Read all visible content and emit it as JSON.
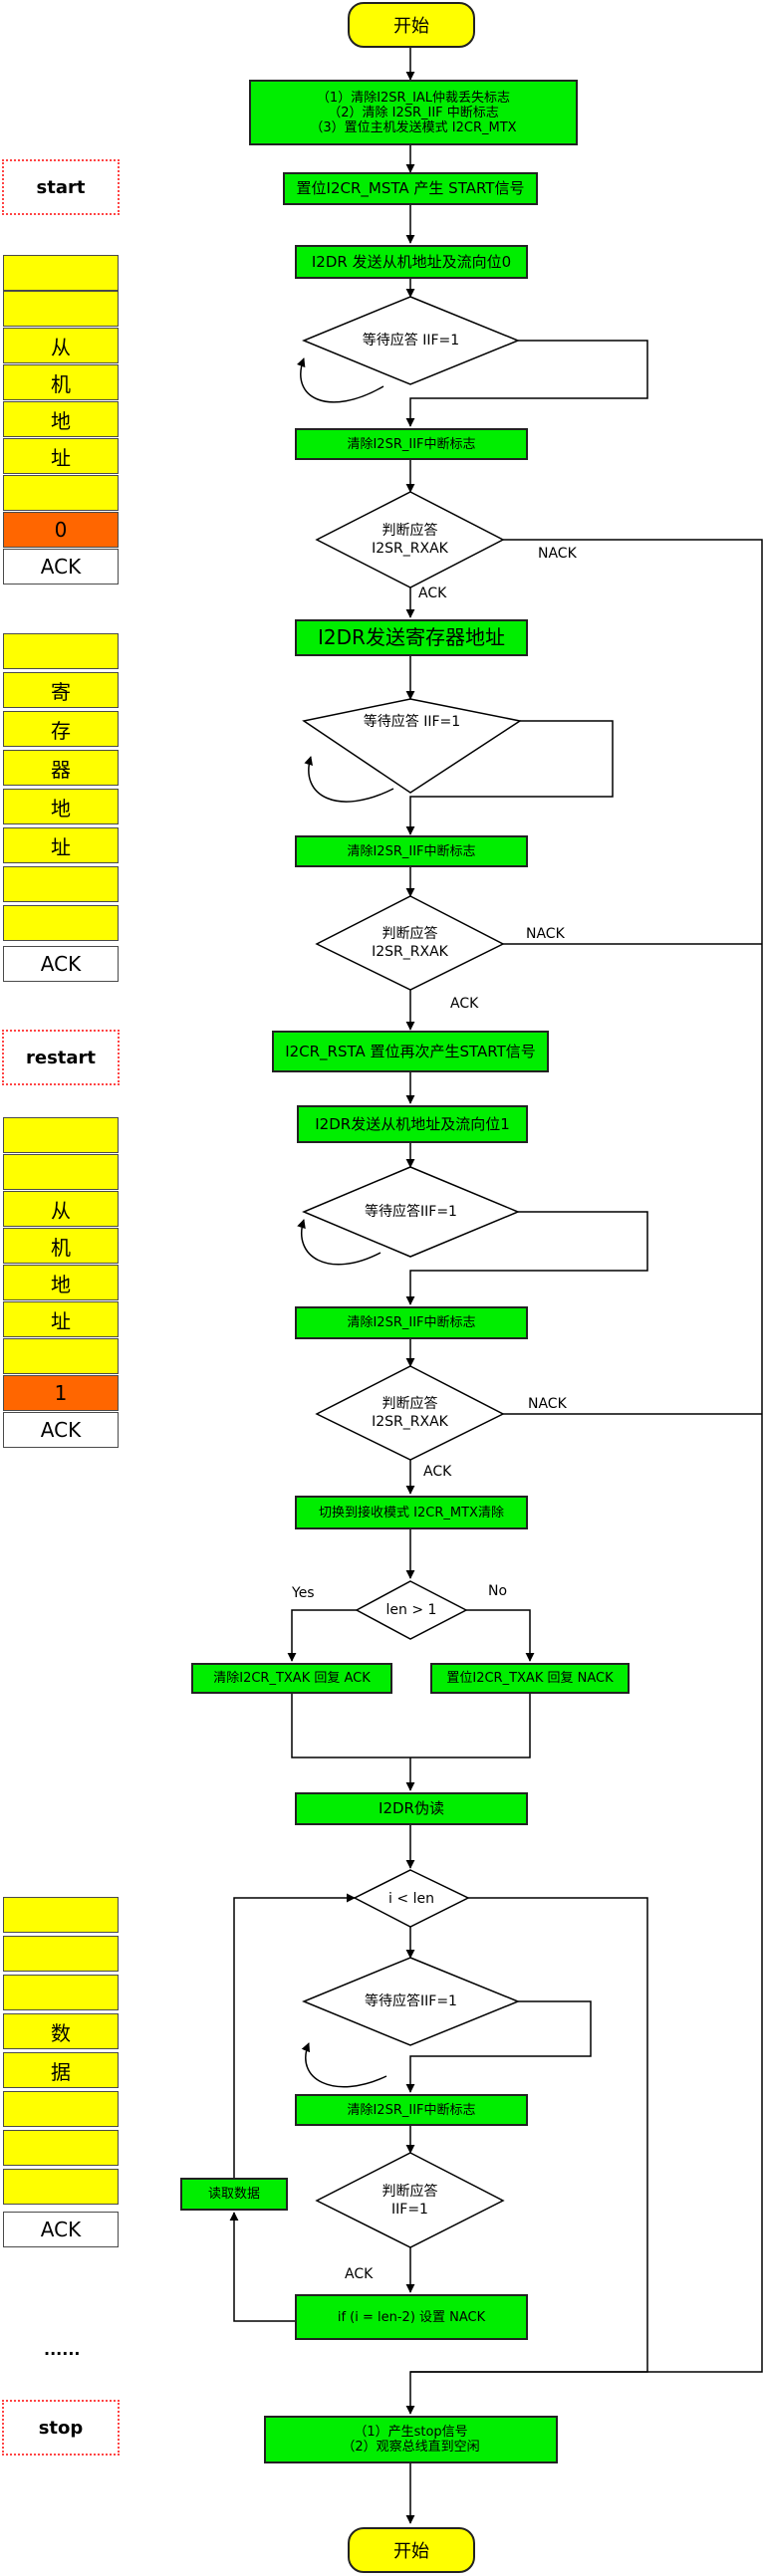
{
  "terminals": {
    "start": "开始",
    "end": "开始"
  },
  "tags": {
    "start": "start",
    "restart": "restart",
    "stop": "stop",
    "ellipsis": "......"
  },
  "bytes": {
    "addr_write": [
      "",
      "",
      "从",
      "机",
      "地",
      "址",
      "",
      "0",
      "ACK"
    ],
    "reg": [
      "",
      "寄",
      "存",
      "器",
      "地",
      "址",
      "",
      "",
      "ACK"
    ],
    "addr_read": [
      "",
      "",
      "从",
      "机",
      "地",
      "址",
      "",
      "1",
      "ACK"
    ],
    "data": [
      "",
      "",
      "",
      "数",
      "据",
      "",
      "",
      "",
      "ACK"
    ]
  },
  "steps": {
    "init": [
      "（1）清除I2SR_IAL仲裁丢失标志",
      "（2）清除 I2SR_IIF 中断标志",
      "（3）置位主机发送模式 I2CR_MTX"
    ],
    "msta": "置位I2CR_MSTA 产生 START信号",
    "send_addr": "I2DR 发送从机地址及流向位0",
    "clear_iif": "清除I2SR_IIF中断标志",
    "send_reg": "I2DR发送寄存器地址",
    "restart": "I2CR_RSTA 置位再次产生START信号",
    "send_addr_read": "I2DR发送从机地址及流向位1",
    "switch_rx": "切换到接收模式 I2CR_MTX清除",
    "txak_clear": "清除I2CR_TXAK 回复 ACK",
    "txak_set": "置位I2CR_TXAK 回复 NACK",
    "dummy_read": "I2DR伪读",
    "read_data": "读取数据",
    "set_nack": "if (i = len-2) 设置 NACK",
    "stop": [
      "（1）产生stop信号",
      "（2）观察总线直到空闲"
    ]
  },
  "decisions": {
    "wait1": "等待应答 IIF=1",
    "check1": [
      "判断应答",
      "I2SR_RXAK"
    ],
    "wait2": "等待应答 IIF=1",
    "check2": [
      "判断应答",
      "I2SR_RXAK"
    ],
    "wait3": "等待应答IIF=1",
    "check3": [
      "判断应答",
      "I2SR_RXAK"
    ],
    "len": "len > 1",
    "loop": "i < len",
    "wait4": "等待应答IIF=1",
    "check4": [
      "判断应答",
      "IIF=1"
    ]
  },
  "edges": {
    "ack": "ACK",
    "nack": "NACK",
    "yes": "Yes",
    "no": "No"
  }
}
